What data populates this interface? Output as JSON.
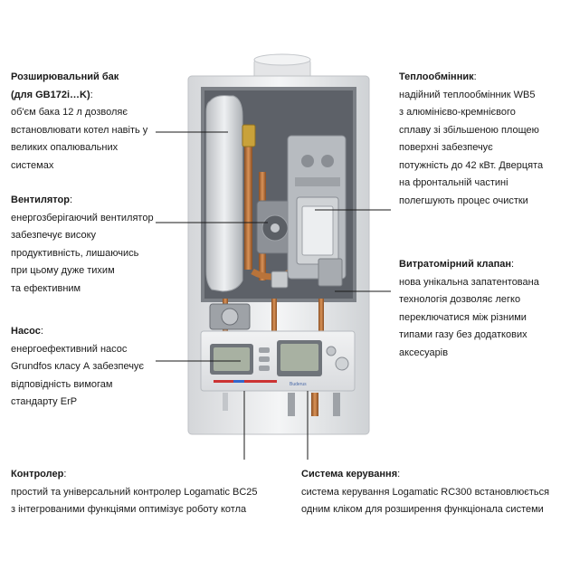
{
  "callouts": {
    "tank": {
      "title": "Розширювальний бак",
      "title_line2": "(для  GB172i…K)",
      "colon": ":",
      "lines": [
        "об'єм бака 12 л дозволяє",
        "встановлювати котел навіть у",
        "великих опалювальних",
        "системах"
      ]
    },
    "fan": {
      "title": "Вентилятор",
      "colon": ":",
      "lines": [
        "енергозберігаючий вентилятор",
        "забезпечує високу",
        "продуктивність, лишаючись",
        "при цьому дуже тихим",
        "та ефективним"
      ]
    },
    "pump": {
      "title": "Насос",
      "colon": ":",
      "lines": [
        "енергоефективний  насос",
        "Grundfos класу А забезпечує",
        "відповідність вимогам",
        "стандарту ErP"
      ]
    },
    "controller": {
      "title": "Контролер",
      "colon": ":",
      "lines": [
        "простий та універсальний контролер Logamatic BC25",
        "з інтегрованими функціями оптимізує роботу котла"
      ]
    },
    "heat_exchanger": {
      "title": "Теплообмінник",
      "colon": ":",
      "lines": [
        "надійний теплообмінник WB5",
        "з алюмінієво-кремнієвого",
        "сплаву зі збільшеною площею",
        "поверхні забезпечує",
        "потужність до 42 кВт. Дверцята",
        "на фронтальній частині",
        "полегшують процес очистки"
      ]
    },
    "valve": {
      "title": "Витратомірний клапан",
      "colon": ":",
      "lines": [
        "нова  унікальна запатентована",
        "технологія дозволяє легко",
        "переключатися між різними",
        "типами газу без додаткових",
        "аксесуарів"
      ]
    },
    "control_system": {
      "title": "Система керування",
      "colon": ":",
      "lines": [
        "система керування Logamatic RC300 встановлюється",
        "одним кліком для розширення функціонала системи"
      ]
    }
  },
  "brand_label": "Buderus",
  "colors": {
    "text": "#1a1a1a",
    "leader": "#1a1a1a",
    "casing": "#e9eaec",
    "copper": "#b8733a"
  }
}
